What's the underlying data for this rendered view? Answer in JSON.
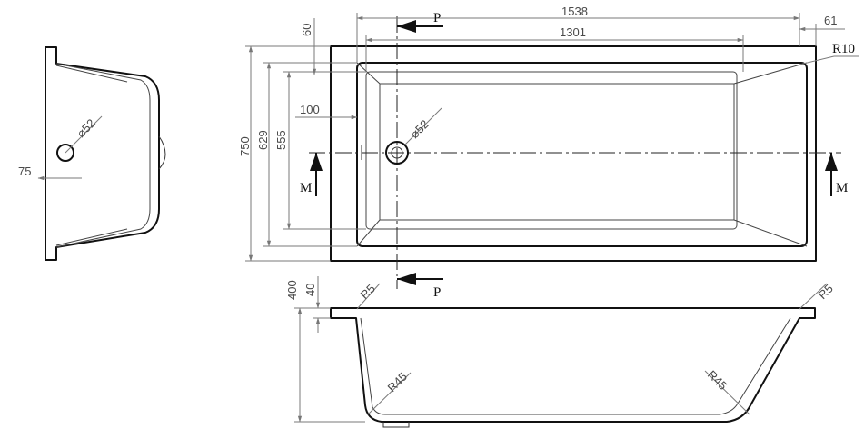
{
  "drawing": {
    "dimensions": {
      "length_total": "1538",
      "length_inner": "1301",
      "rim_right": "61",
      "rim_top": "60",
      "corner_radius": "R10",
      "drain_offset": "100",
      "drain_diameter_top": "⌀52",
      "width_total": "750",
      "width_mid": "629",
      "width_inner": "555",
      "side_drain_offset": "75",
      "side_drain_diameter": "⌀52",
      "height_total": "400",
      "rim_thickness": "40",
      "rim_radius_left": "R5",
      "rim_radius_right": "R5",
      "bottom_radius_left": "R45",
      "bottom_radius_right": "R45"
    },
    "section_labels": {
      "p_top": "P",
      "p_bottom": "P",
      "m_left": "M",
      "m_right": "M"
    }
  }
}
